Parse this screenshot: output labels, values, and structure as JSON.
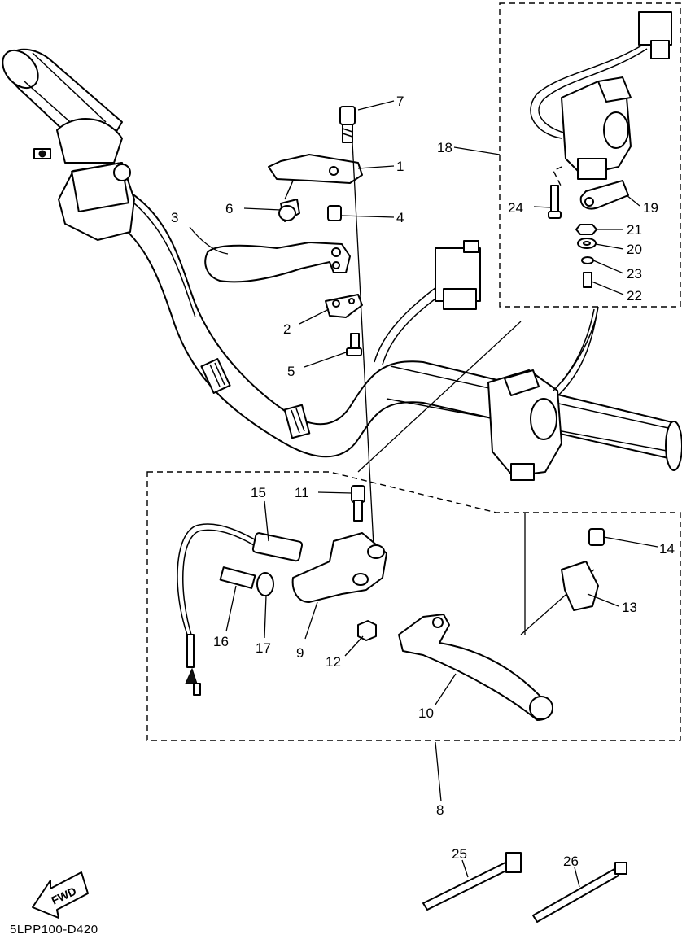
{
  "diagram_code": "5LPP100-D420",
  "fwd_label": "FWD",
  "callouts": {
    "c1": "1",
    "c2": "2",
    "c3": "3",
    "c4": "4",
    "c5": "5",
    "c6": "6",
    "c7": "7",
    "c8": "8",
    "c9": "9",
    "c10": "10",
    "c11": "11",
    "c12": "12",
    "c13": "13",
    "c14": "14",
    "c15": "15",
    "c16": "16",
    "c17": "17",
    "c18": "18",
    "c19": "19",
    "c20": "20",
    "c21": "21",
    "c22": "22",
    "c23": "23",
    "c24": "24",
    "c25": "25",
    "c26": "26"
  }
}
